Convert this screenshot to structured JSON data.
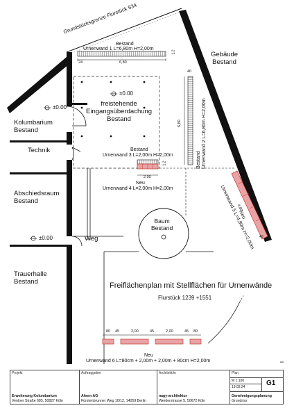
{
  "plan": {
    "title": "Freiflächenplan mit Stellflächen für Urnenwände",
    "parcel": "Flurstück 1239 +1551",
    "boundary_label": "Grundstücksgrenze Flurstück 534",
    "building_label": "Gebäude\nBestand",
    "canopy_label": "freistehende\nEingangsüberdachung\nBestand",
    "canopy_level": "±0.00",
    "level_left": "±0.00",
    "level_lower": "±0.00",
    "kolumbarium_label": "Kolumbarium\nBestand",
    "technik_label": "Technik",
    "abschied_label": "Abschiedsraum\nBestand",
    "trauerhalle_label": "Trauerhalle\nBestand",
    "weg_label": "Weg",
    "baum_label": "Baum\nBestand"
  },
  "walls": {
    "w1": {
      "status": "Bestand",
      "label": "Urnenwand 1 L=6,80m H=2,00m",
      "dim_a": "24",
      "dim_b": "6,80",
      "dim_h": "1,2"
    },
    "w2": {
      "label": "Bestand\nUrnenwand 2 L=6,80m H=2,00m",
      "dim_v": "6,80",
      "dim_top": "40"
    },
    "w3": {
      "status": "Bestand",
      "label": "Urnenwand 3 L=2,00m H=2,00m",
      "dim": "2,00",
      "dim_h": "1,2"
    },
    "w4": {
      "status": "Neu",
      "label": "Urnenwand 4 L=2,00m H=2,00m"
    },
    "w5": {
      "label": "Neu\nUrnenwand 5 L=4,80m H=2,00m",
      "dim": "4,80",
      "dim_h": "40"
    },
    "w6": {
      "status": "Neu",
      "label": "Urnenwand 6 L=80cm + 2,00m + 2,00m + 80cm H=2,00m",
      "dims": [
        "80",
        "45",
        "2,00",
        "45",
        "2,00",
        "45",
        "80"
      ]
    }
  },
  "colors": {
    "new_wall": "#e9a3a7",
    "new_wall_stroke": "#c0392b",
    "existing_wall": "#e8e8e8",
    "line": "#111111"
  },
  "titleblock": {
    "projekt_h": "Projekt",
    "projekt_v1": "Erweiterung Kolumbarium",
    "projekt_v2": "Venloer Straße 685, 50827 Köln",
    "auftraggeber_h": "Auftraggeber",
    "auftraggeber_v1": "Ahorn AG",
    "auftraggeber_v2": "Fürstenbrunner Weg 10/12, 14059 Berlin",
    "architekt_h": "Architekt/in",
    "architekt_v1": "nagy-architektur",
    "architekt_v2": "Werderstrasse 5, 50672 Köln",
    "plan_h": "Plan",
    "scale": "M 1:100",
    "date": "19.03.24",
    "plan_no": "G1",
    "phase": "Genehmigungsplanung",
    "kind": "Grundriss"
  }
}
